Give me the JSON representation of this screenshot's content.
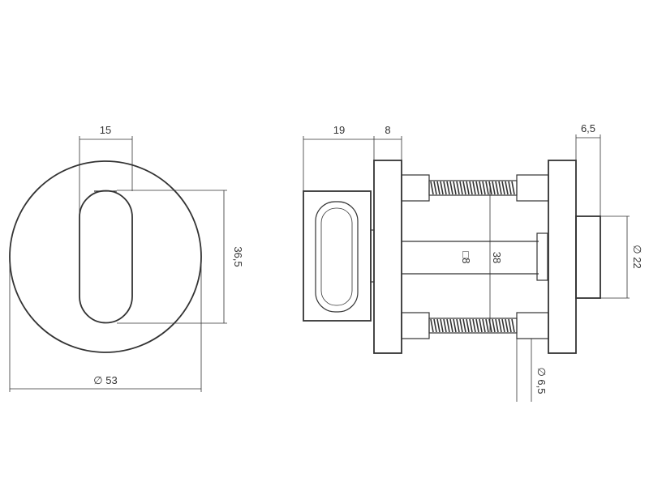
{
  "front_view": {
    "dim_slot_width": "15",
    "dim_slot_height": "36,5",
    "dim_rose_diameter": "∅ 53"
  },
  "side_view": {
    "dim_thumbturn_depth": "19",
    "dim_rose_thickness": "8",
    "dim_back_projection": "6,5",
    "dim_back_diameter": "∅ 22",
    "dim_spindle": "□8",
    "dim_screw_spacing": "38",
    "dim_screw_diameter": "∅ 6,5"
  }
}
